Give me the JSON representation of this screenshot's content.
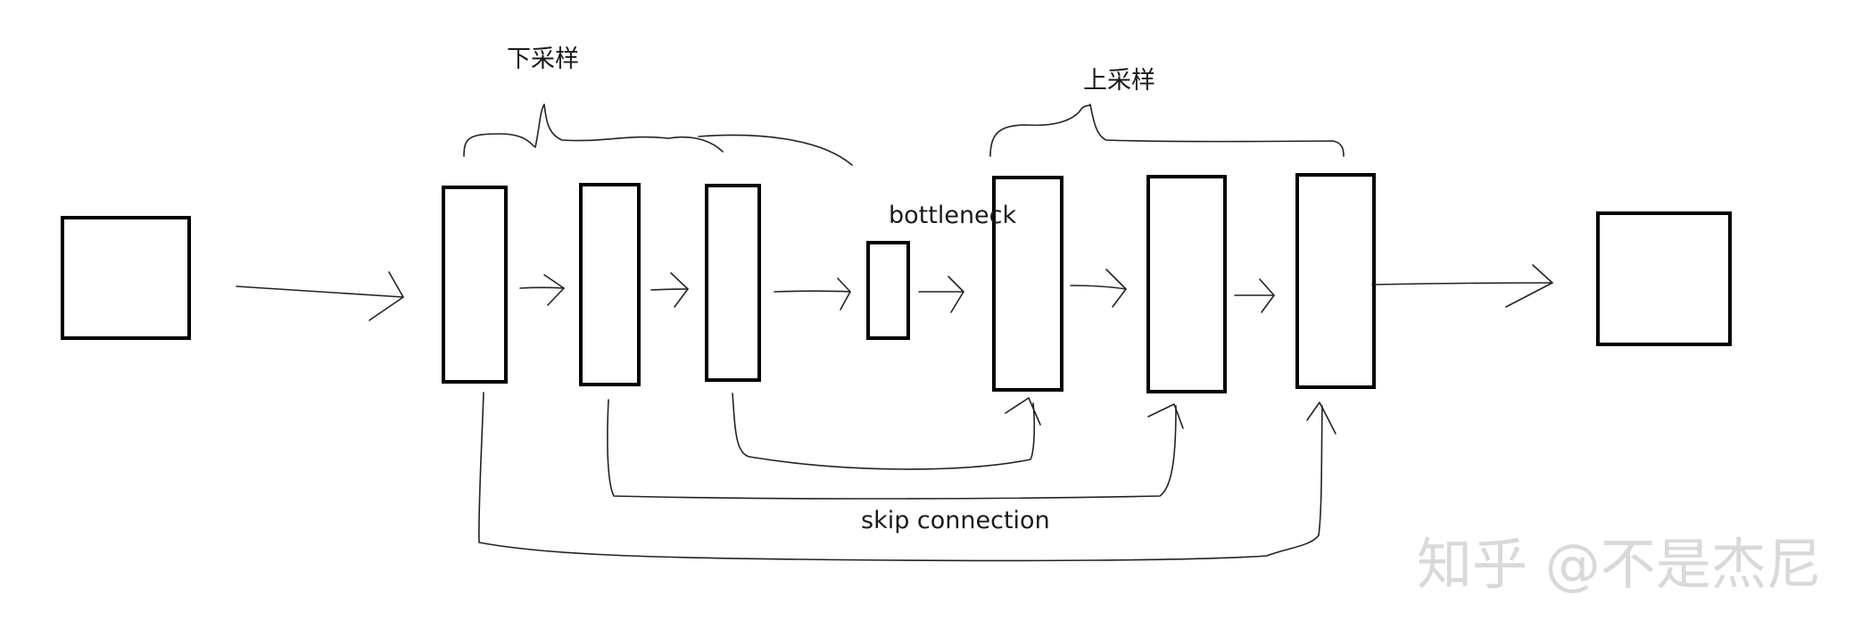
{
  "labels": {
    "downsample": "下采样",
    "upsample": "上采样",
    "bottleneck": "bottleneck",
    "skip_connection": "skip  connection"
  },
  "watermark": "知乎 @不是杰尼",
  "colors": {
    "stroke": "#000000",
    "background": "#ffffff",
    "watermark": "#d9d9d9"
  }
}
